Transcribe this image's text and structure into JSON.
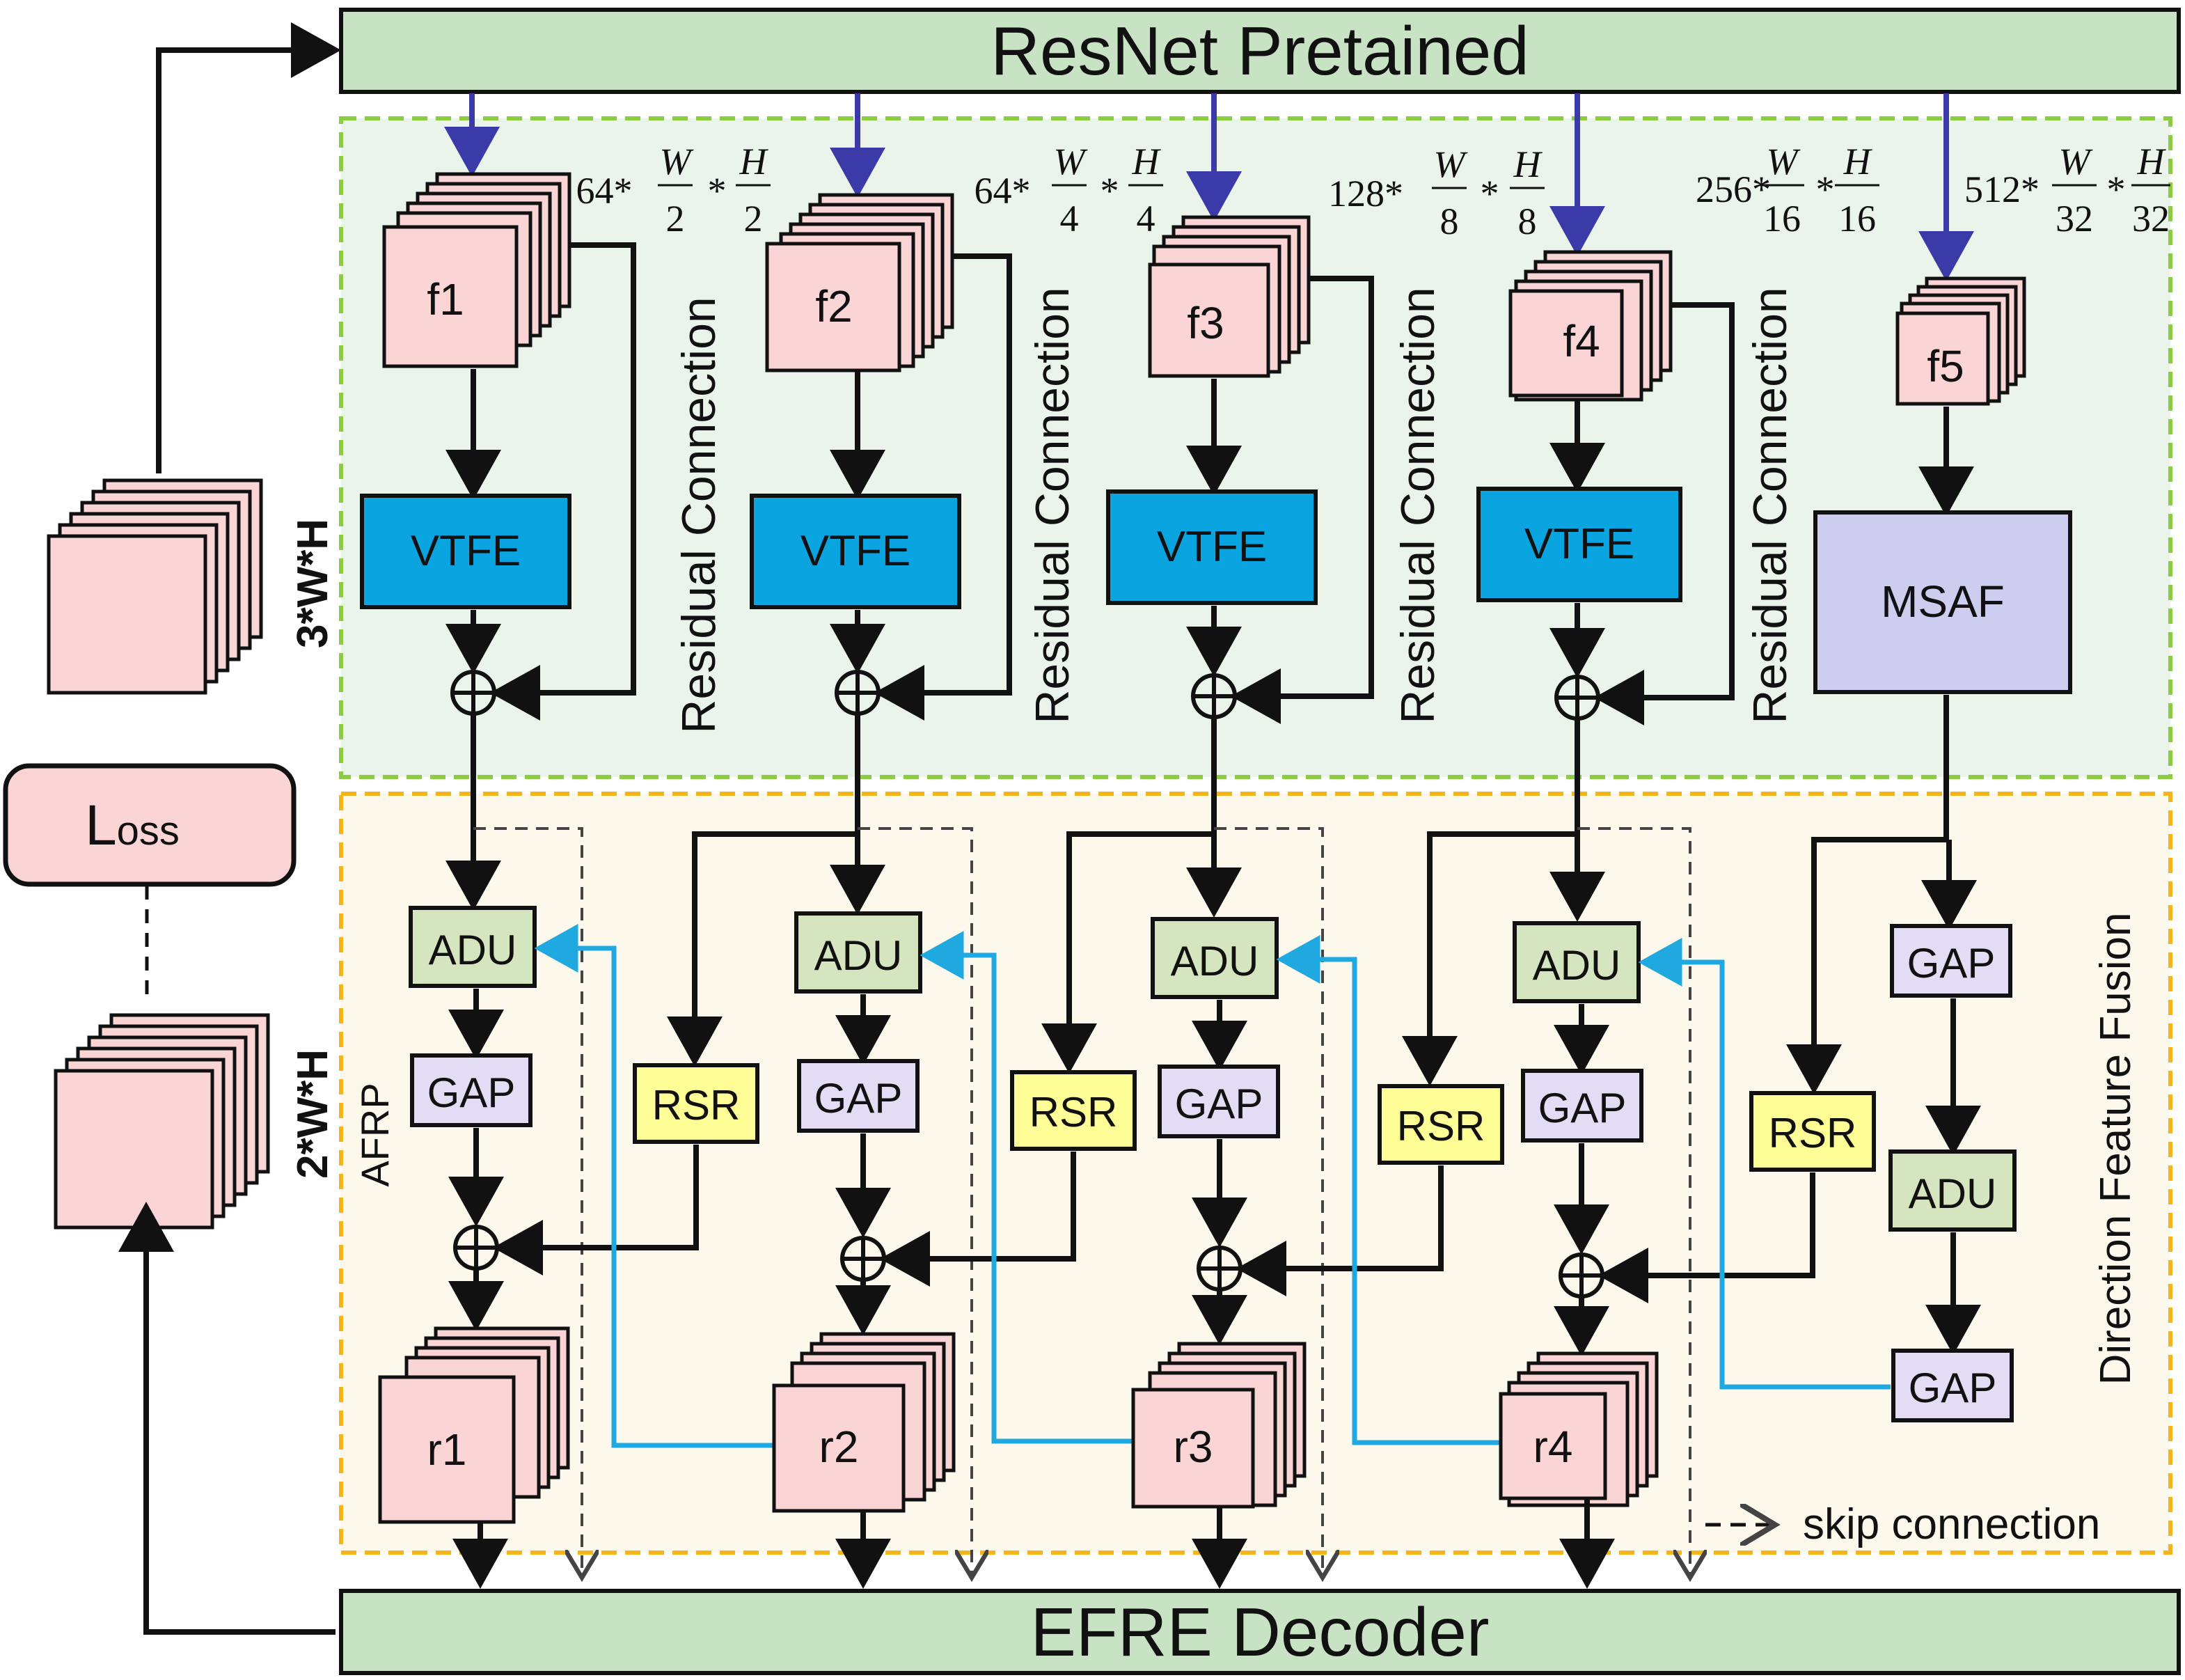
{
  "header": {
    "title": "ResNet Pretained"
  },
  "footer": {
    "title": "EFRE Decoder"
  },
  "input": {
    "dim_label": "3*W*H"
  },
  "output": {
    "dim_label": "2*W*H"
  },
  "loss": {
    "main": "L",
    "sub": "oss"
  },
  "encoder": {
    "features": [
      {
        "label": "f1",
        "channels": "64",
        "den": "2"
      },
      {
        "label": "f2",
        "channels": "64",
        "den": "4"
      },
      {
        "label": "f3",
        "channels": "128",
        "den": "8"
      },
      {
        "label": "f4",
        "channels": "256",
        "den": "16"
      },
      {
        "label": "f5",
        "channels": "512",
        "den": "32"
      }
    ],
    "dim_num_w": "W",
    "dim_num_h": "H",
    "block_label": "VTFE",
    "final_block": "MSAF",
    "residual_label": "Residual Connection"
  },
  "decoder": {
    "section_label": "AFRP",
    "side_label": "Direction Feature Fusion",
    "adu": "ADU",
    "gap": "GAP",
    "rsr": "RSR",
    "outputs": [
      "r1",
      "r2",
      "r3",
      "r4"
    ],
    "legend": "skip connection"
  },
  "colors": {
    "header_fill": "#c8e2c4",
    "feature_fill": "#fbd5d5",
    "vtfe_fill": "#0aa4e0",
    "msaf_fill": "#cdcdf0",
    "adu_fill": "#d5e5c0",
    "gap_fill": "#e2dcf4",
    "rsr_fill": "#fefd96",
    "encoder_bg": "#eaf4ea",
    "decoder_bg": "#fcf9ec",
    "encoder_border": "#8ccc40",
    "decoder_border": "#f4b51b",
    "encoder_arrow": "#3a3aa8",
    "cyan_line": "#1fa9e0"
  }
}
